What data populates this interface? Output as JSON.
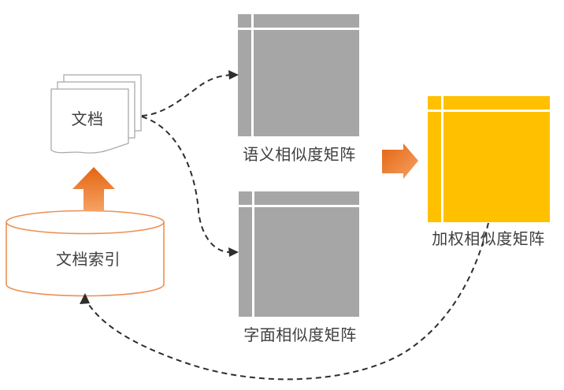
{
  "diagram": {
    "nodes": {
      "documents": {
        "label": "文档",
        "shape": "document-stack"
      },
      "document_index": {
        "label": "文档索引",
        "shape": "database-cylinder"
      },
      "semantic_matrix": {
        "label": "语义相似度矩阵",
        "shape": "matrix",
        "fill": "#A6A6A6"
      },
      "literal_matrix": {
        "label": "字面相似度矩阵",
        "shape": "matrix",
        "fill": "#A6A6A6"
      },
      "weighted_matrix": {
        "label": "加权相似度矩阵",
        "shape": "matrix",
        "fill": "#FFC000"
      }
    },
    "connectors": [
      {
        "from": "documents",
        "to": "semantic_matrix",
        "style": "dashed-arrow"
      },
      {
        "from": "documents",
        "to": "literal_matrix",
        "style": "dashed-arrow"
      },
      {
        "from": "semantic_matrix",
        "to": "weighted_matrix",
        "style": "orange-block-arrow"
      },
      {
        "from": "document_index",
        "to": "documents",
        "style": "orange-block-arrow"
      },
      {
        "from": "weighted_matrix",
        "to": "document_index",
        "style": "dashed-arrow"
      }
    ],
    "colors": {
      "matrix_gray": "#A6A6A6",
      "matrix_gold": "#FFC000",
      "block_arrow_orange_dark": "#E4650F",
      "block_arrow_orange_light": "#F5A265",
      "cylinder_outline": "#ED8F52",
      "document_outline": "#ABABAB",
      "dashed_connector": "#2E2E2E",
      "text": "#3F3F3F",
      "background": "#FFFFFF"
    }
  }
}
